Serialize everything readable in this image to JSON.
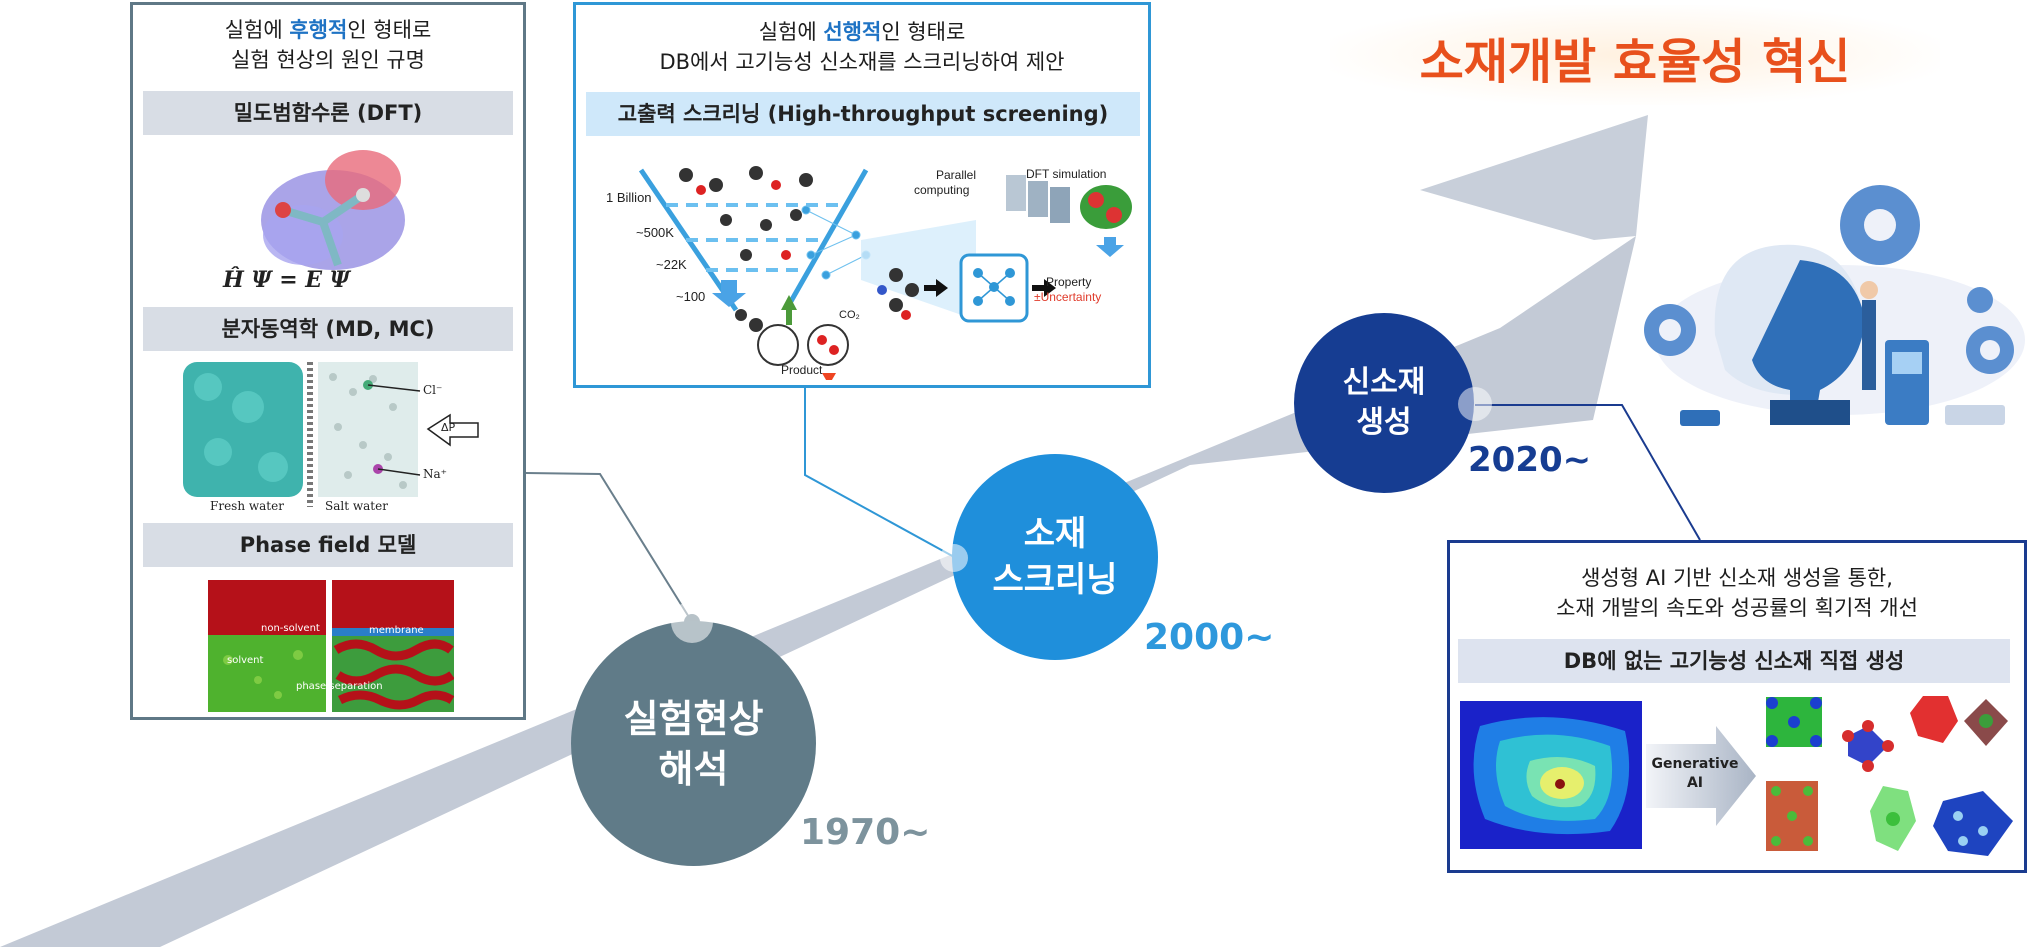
{
  "goal_title": "소재개발 효율성 혁신",
  "colors": {
    "goal": "#e8501c",
    "stage1": "#607b88",
    "stage2": "#1f8fdb",
    "stage3": "#163d92",
    "road": "#c3cad6"
  },
  "stages": [
    {
      "label_line1": "실험현상",
      "label_line2": "해석",
      "year": "1970~"
    },
    {
      "label_line1": "소재",
      "label_line2": "스크리닝",
      "year": "2000~"
    },
    {
      "label_line1": "신소재",
      "label_line2": "생성",
      "year": "2020~"
    }
  ],
  "left_panel": {
    "desc_pre": "실험에 ",
    "desc_highlight": "후행적",
    "desc_post": "인 형태로",
    "desc_line2": "실험 현상의 원인 규명",
    "bar1": "밀도범함수론 (DFT)",
    "bar2": "분자동역학 (MD, MC)",
    "bar3": "Phase field 모델",
    "equation": "Ĥ Ψ = E Ψ",
    "md_labels": {
      "cl": "Cl⁻",
      "dp": "ΔP",
      "na": "Na⁺",
      "fresh": "Fresh water",
      "salt": "Salt water"
    },
    "pf_labels": {
      "nonsolvent": "non-solvent",
      "solvent": "solvent",
      "membrane": "membrane",
      "phasesep": "phase separation"
    }
  },
  "mid_panel": {
    "desc_pre": "실험에 ",
    "desc_highlight": "선행적",
    "desc_post": "인 형태로",
    "desc_line2": "DB에서 고기능성 신소재를 스크리닝하여 제안",
    "bar": "고출력 스크리닝 (High-throughput screening)",
    "funnel_labels": [
      "1 Billion",
      "~500K",
      "~22K",
      "~100"
    ],
    "parallel_1": "Parallel",
    "parallel_2": "computing",
    "dft_sim": "DFT simulation",
    "property": "Property",
    "uncertainty": "±Uncertainty",
    "co2": "CO₂",
    "product": "Product"
  },
  "right_panel": {
    "desc_line1": "생성형 AI 기반 신소재 생성을 통한,",
    "desc_line2": "소재 개발의 속도와 성공률의 획기적 개선",
    "bar": "DB에 없는 고기능성 신소재 직접 생성",
    "gen_1": "Generative",
    "gen_2": "AI"
  }
}
